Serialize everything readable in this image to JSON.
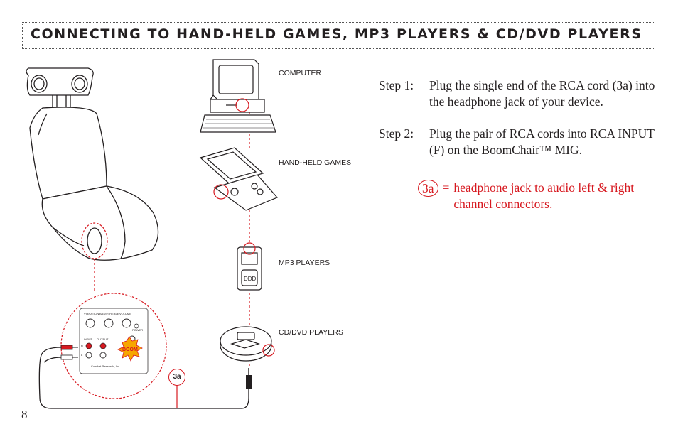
{
  "header": {
    "title": "CONNECTING TO HAND-HELD GAMES, MP3 PLAYERS & CD/DVD PLAYERS"
  },
  "devices": {
    "computer": "COMPUTER",
    "handheld": "HAND-HELD GAMES",
    "mp3": "MP3 PLAYERS",
    "cd_dvd": "CD/DVD PLAYERS"
  },
  "steps": [
    {
      "number": "Step 1:",
      "text": "Plug the single end of the RCA cord (3a) into the headphone jack of your device."
    },
    {
      "number": "Step 2:",
      "text": "Plug the pair of RCA cords into RCA INPUT (F) on the BoomChair™ MIG."
    }
  ],
  "legend": {
    "badge": "3a",
    "equals": "=",
    "text": "headphone jack to audio left & right channel connectors."
  },
  "cable_tag": "3a",
  "control_panel": {
    "knob_labels": [
      "VIBRATION",
      "BASS/TREBLE",
      "VOLUME"
    ],
    "power": "POWER",
    "input": "INPUT",
    "output": "OUTPUT",
    "logo": "BOOM",
    "brand": "Comfort Research, Inc.",
    "r": "R",
    "l": "L"
  },
  "mp3_screen": "DDD",
  "page_number": "8",
  "colors": {
    "accent_red": "#d71920",
    "ink": "#231f20"
  }
}
